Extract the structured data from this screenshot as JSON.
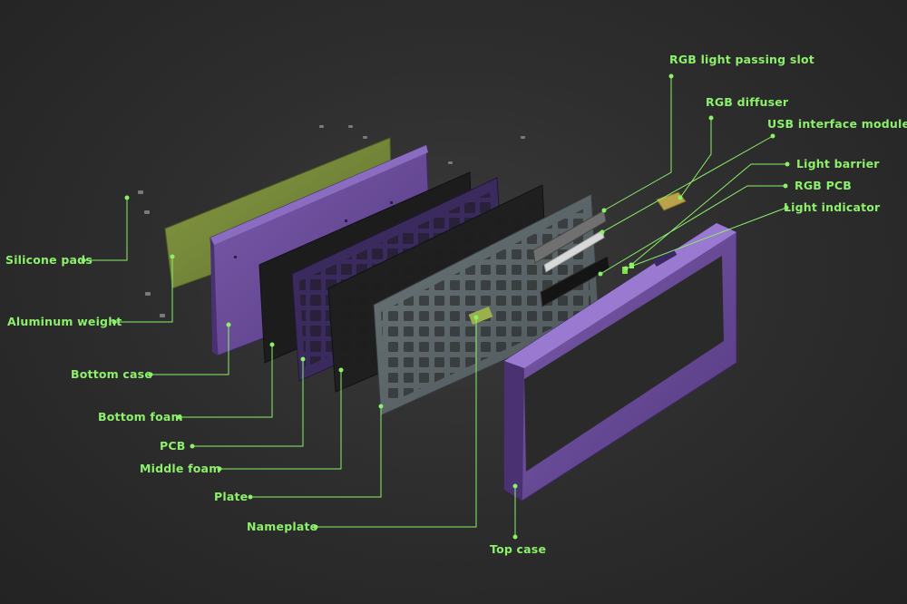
{
  "diagram": {
    "accent_color": "#8cf06a",
    "labels": {
      "silicone_pads": "Silicone pads",
      "aluminum_weight": "Aluminum weight",
      "bottom_case": "Bottom case",
      "bottom_foam": "Bottom foam",
      "pcb": "PCB",
      "middle_foam": "Middle foam",
      "plate": "Plate",
      "nameplate": "Nameplate",
      "top_case": "Top case",
      "rgb_light_passing_slot": "RGB light passing slot",
      "rgb_diffuser": "RGB diffuser",
      "usb_interface_module": "USB interface module",
      "light_barrier": "Light barrier",
      "rgb_pcb": "RGB PCB",
      "light_indicator": "Light indicator"
    },
    "colors": {
      "case_purple": "#6a4a9a",
      "case_purple_dark": "#4a3272",
      "silicone_green": "#7a8f3a",
      "foam_black": "#1c1c1c",
      "pcb_purple": "#3a2a5e",
      "plate_gray": "#5a6468"
    }
  }
}
